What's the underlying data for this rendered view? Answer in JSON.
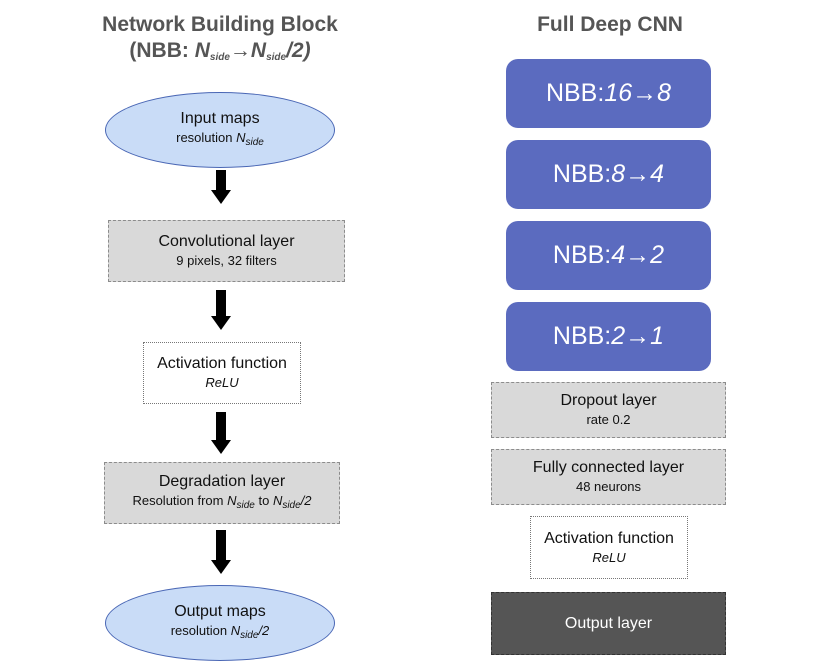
{
  "left": {
    "title_line1": "Network Building Block",
    "title_line2_prefix": "(NBB: ",
    "title_n": "N",
    "title_side": "side",
    "title_arrow": "→",
    "title_suffix": "/2)",
    "input": {
      "label": "Input maps",
      "sub_prefix": "resolution ",
      "sub_n": "N",
      "sub_side": "side"
    },
    "conv": {
      "label": "Convolutional layer",
      "sub": "9 pixels, 32 filters"
    },
    "activation": {
      "label": "Activation function",
      "sub": "ReLU"
    },
    "degradation": {
      "label": "Degradation layer",
      "sub_prefix": "Resolution from ",
      "sub_n": "N",
      "sub_side": "side",
      "sub_mid": " to ",
      "sub_n2": "N",
      "sub_side2": "side",
      "sub_suffix": "/2"
    },
    "output": {
      "label": "Output maps",
      "sub_prefix": "resolution ",
      "sub_n": "N",
      "sub_side": "side",
      "sub_suffix": "/2"
    }
  },
  "right": {
    "title": "Full Deep CNN",
    "nbb_blocks": [
      {
        "prefix": "NBB: ",
        "from": "16",
        "arrow": "→",
        "to": "8"
      },
      {
        "prefix": "NBB: ",
        "from": "8",
        "arrow": "→",
        "to": "4"
      },
      {
        "prefix": "NBB: ",
        "from": "4",
        "arrow": "→",
        "to": "2"
      },
      {
        "prefix": "NBB: ",
        "from": "2",
        "arrow": "→",
        "to": "1"
      }
    ],
    "dropout": {
      "label": "Dropout layer",
      "sub": "rate 0.2"
    },
    "fully_connected": {
      "label": "Fully connected layer",
      "sub": "48 neurons"
    },
    "activation": {
      "label": "Activation function",
      "sub": "ReLU"
    },
    "output": {
      "label": "Output layer"
    }
  },
  "colors": {
    "oval_fill": "#c9dcf7",
    "nbb_fill": "#5b6bbf",
    "gray_fill": "#d9d9d9",
    "output_layer_fill": "#555555"
  }
}
